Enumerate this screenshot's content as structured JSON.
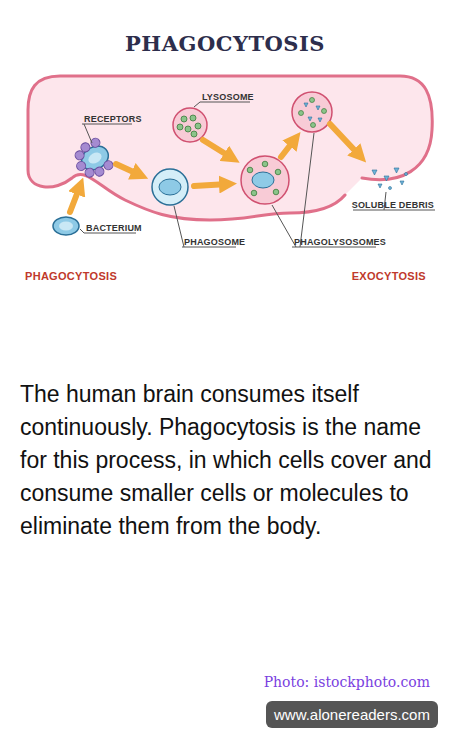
{
  "diagram": {
    "title": "PHAGOCYTOSIS",
    "nodes": [
      {
        "text": [
          "www.alonereaders.com"
        ]
      }
    ],
    "labels": [
      "LYSOSOME",
      "RECEPTORS",
      "BACTERIUM",
      "PHAGOSOME",
      "PHAGOLYSOSOMES",
      "SOLUBLE DEBRIS",
      "PHAGOCYTOSIS",
      "EXOCYTOSIS",
      "The human brain consumes itself continuously. Phagocytosis is the name for this process, in which cells cover and consume smaller cells or molecules to eliminate them from the body.",
      "Photo: istockphoto.com"
    ]
  }
}
